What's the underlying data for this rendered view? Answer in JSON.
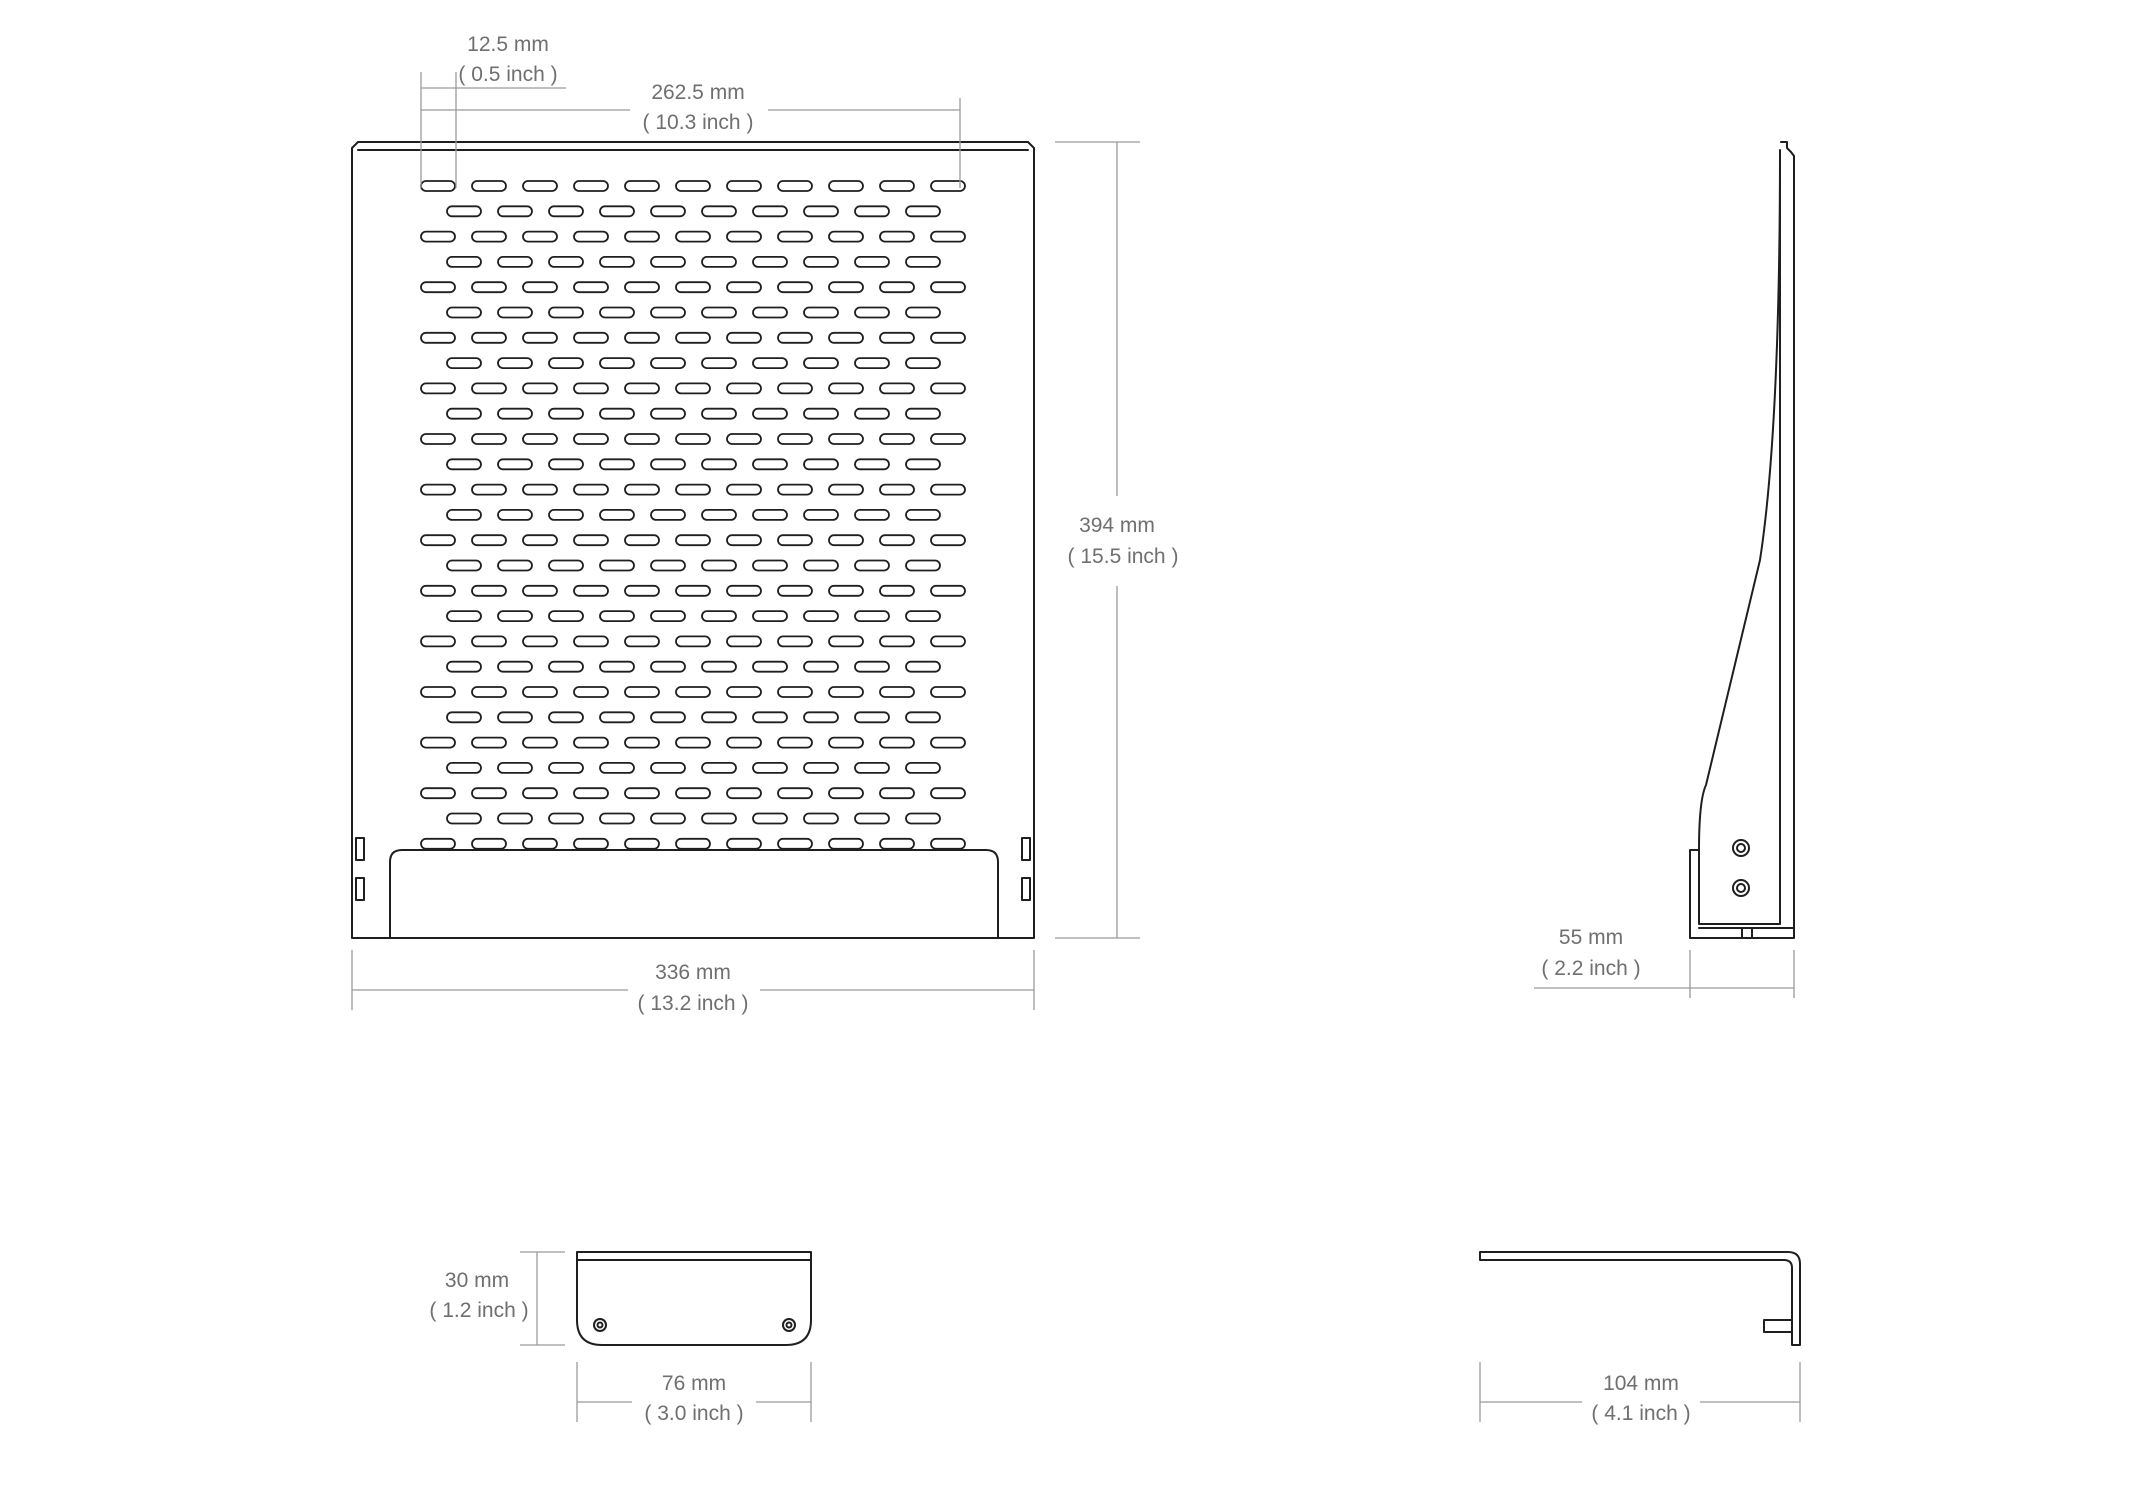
{
  "dimensions": {
    "slot_pitch_mm": "12.5 mm",
    "slot_pitch_inch": "( 0.5 inch )",
    "slot_span_mm": "262.5 mm",
    "slot_span_inch": "( 10.3 inch )",
    "height_mm": "394 mm",
    "height_inch": "( 15.5 inch )",
    "width_mm": "336 mm",
    "width_inch": "( 13.2 inch )",
    "depth_mm": "55 mm",
    "depth_inch": "( 2.2 inch )",
    "bracket_height_mm": "30 mm",
    "bracket_height_inch": "( 1.2 inch )",
    "bracket_width_mm": "76 mm",
    "bracket_width_inch": "( 3.0 inch )",
    "bracket_length_mm": "104 mm",
    "bracket_length_inch": "( 4.1 inch )"
  },
  "colors": {
    "outline": "#1f1f1f",
    "dimension_line": "#9a9a9a",
    "dimension_text": "#6f6f6f"
  }
}
